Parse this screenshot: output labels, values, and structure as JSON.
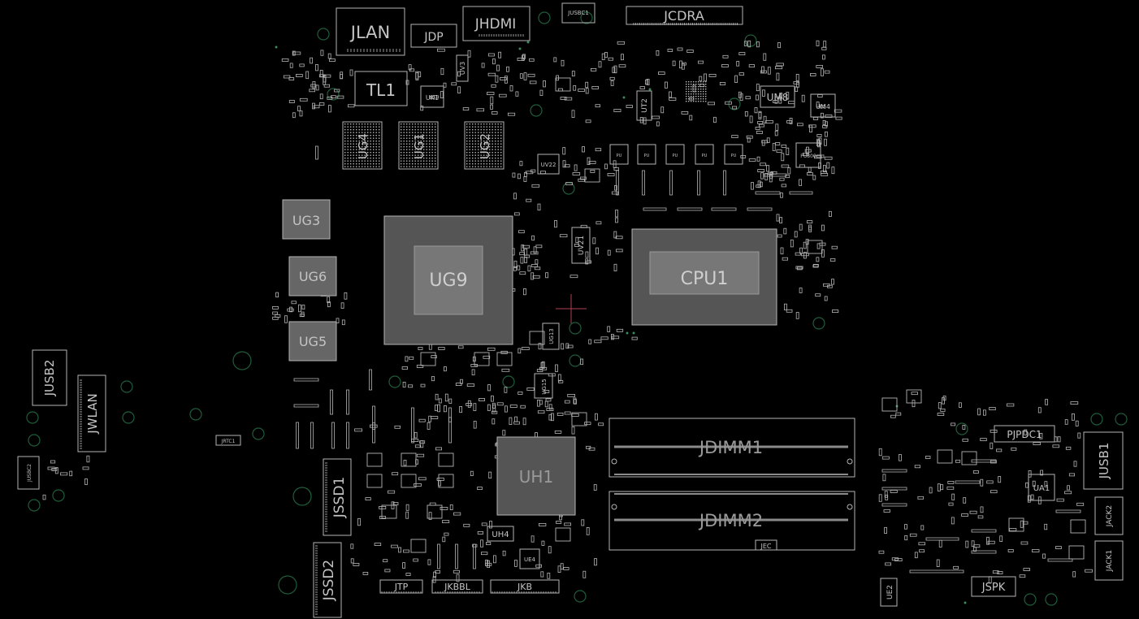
{
  "viewer": {
    "background": "#000000",
    "outline_color": "#b4b4b4",
    "label_color": "#c4c4c4",
    "pad_color": "#8a8a8a",
    "via_color": "#1f5c3a",
    "cursor_color": "#b04050"
  },
  "components": {
    "JLAN": "JLAN",
    "JDP": "JDP",
    "JHDMI": "JHDMI",
    "JUSBC1": "JUSBC1",
    "JCDRA": "JCDRA",
    "TL1": "TL1",
    "UV3": "UV3",
    "UK1": "UK1",
    "UG4": "UG4",
    "UG1": "UG1",
    "UG2": "UG2",
    "UV22": "UV22",
    "UT2": "UT2",
    "UM8": "UM8",
    "UM4": "UM4",
    "UG3": "UG3",
    "UG6": "UG6",
    "UG5": "UG5",
    "UG9": "UG9",
    "UV21": "UV21",
    "CPU1": "CPU1",
    "UG13": "UG13",
    "UG15": "UG15",
    "JUSB2": "JUSB2",
    "JWLAN": "JWLAN",
    "JUSBC2": "JUSBC2",
    "JRTC1": "JRTC1",
    "JSSD1": "JSSD1",
    "JSSD2": "JSSD2",
    "UH1": "UH1",
    "UH4": "UH4",
    "UE4": "UE4",
    "JTP": "JTP",
    "JKBBL": "JKBBL",
    "JKB": "JKB",
    "JDIMM1": "JDIMM1",
    "JDIMM2": "JDIMM2",
    "JEC": "JEC",
    "PJPDC1": "PJPDC1",
    "JUSB1": "JUSB1",
    "UA1": "UA1",
    "JACK2": "JACK2",
    "JACK1": "JACK1",
    "JSPK": "JSPK",
    "UE2": "UE2",
    "PU800": "PU800",
    "PU": "PU"
  }
}
